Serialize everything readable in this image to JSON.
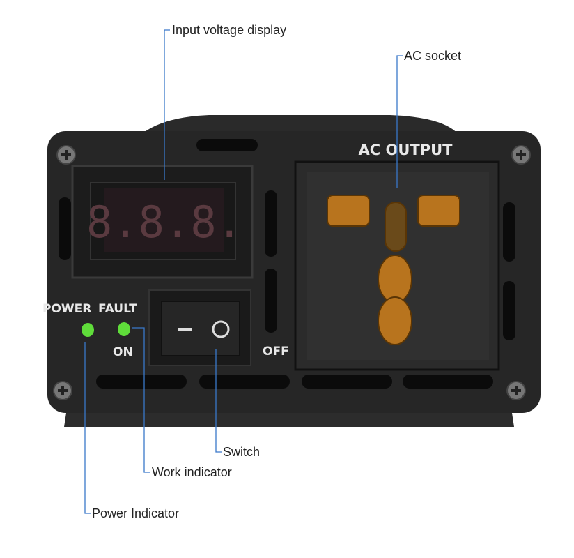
{
  "callouts": {
    "input_voltage_display": "Input voltage display",
    "ac_socket": "AC socket",
    "switch": "Switch",
    "work_indicator": "Work indicator",
    "power_indicator": "Power Indicator"
  },
  "panel": {
    "ac_output": "AC OUTPUT",
    "power": "POWER",
    "fault": "FAULT",
    "on": "ON",
    "off": "OFF",
    "display_digits": "8.8.8.",
    "switch_on_symbol": "—",
    "switch_off_symbol": "O"
  },
  "colors": {
    "leader_line": "#3a78c9",
    "led": "#5fdc3a",
    "body": "#262626",
    "socket_brass": "#b8741e",
    "display_digits": "#5a3a40"
  }
}
